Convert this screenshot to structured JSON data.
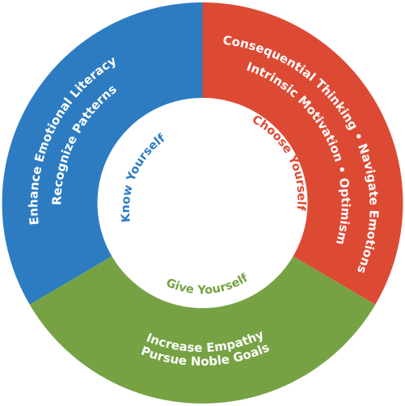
{
  "colors": {
    "know": "#2d7cc2",
    "choose": "#dd4a34",
    "give": "#76a244",
    "center": "#ffffff"
  },
  "segments": {
    "know": {
      "title": "Know Yourself",
      "lines": [
        "Enhance Emotional Literacy",
        "Recognize Patterns"
      ]
    },
    "choose": {
      "title": "Choose Yourself",
      "lines": [
        "Consequential Thinking • Navigate Emotions",
        "Intrinsic Motivation • Optimism"
      ]
    },
    "give": {
      "title": "Give Yourself",
      "lines": [
        "Increase Empathy",
        "Pursue Noble Goals"
      ]
    }
  }
}
